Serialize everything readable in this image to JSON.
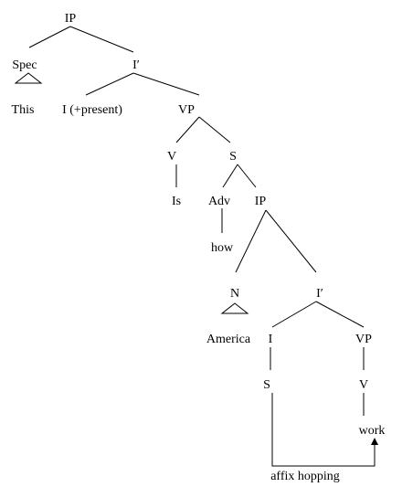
{
  "nodes": {
    "ip_root": "IP",
    "spec": "Spec",
    "i_bar_top": "I′",
    "this_word": "This",
    "i_present": "I (+present)",
    "vp_top": "VP",
    "v_top": "V",
    "s_clause": "S",
    "is_word": "Is",
    "adv": "Adv",
    "ip_inner": "IP",
    "how_word": "how",
    "n_node": "N",
    "i_bar_inner": "I′",
    "america_word": "America",
    "i_inner": "I",
    "vp_inner": "VP",
    "s_affix": "S",
    "v_inner": "V",
    "work_word": "work"
  },
  "annotation": {
    "affix_label": "affix hopping"
  },
  "colors": {
    "ink": "#000000",
    "background": "#ffffff"
  }
}
